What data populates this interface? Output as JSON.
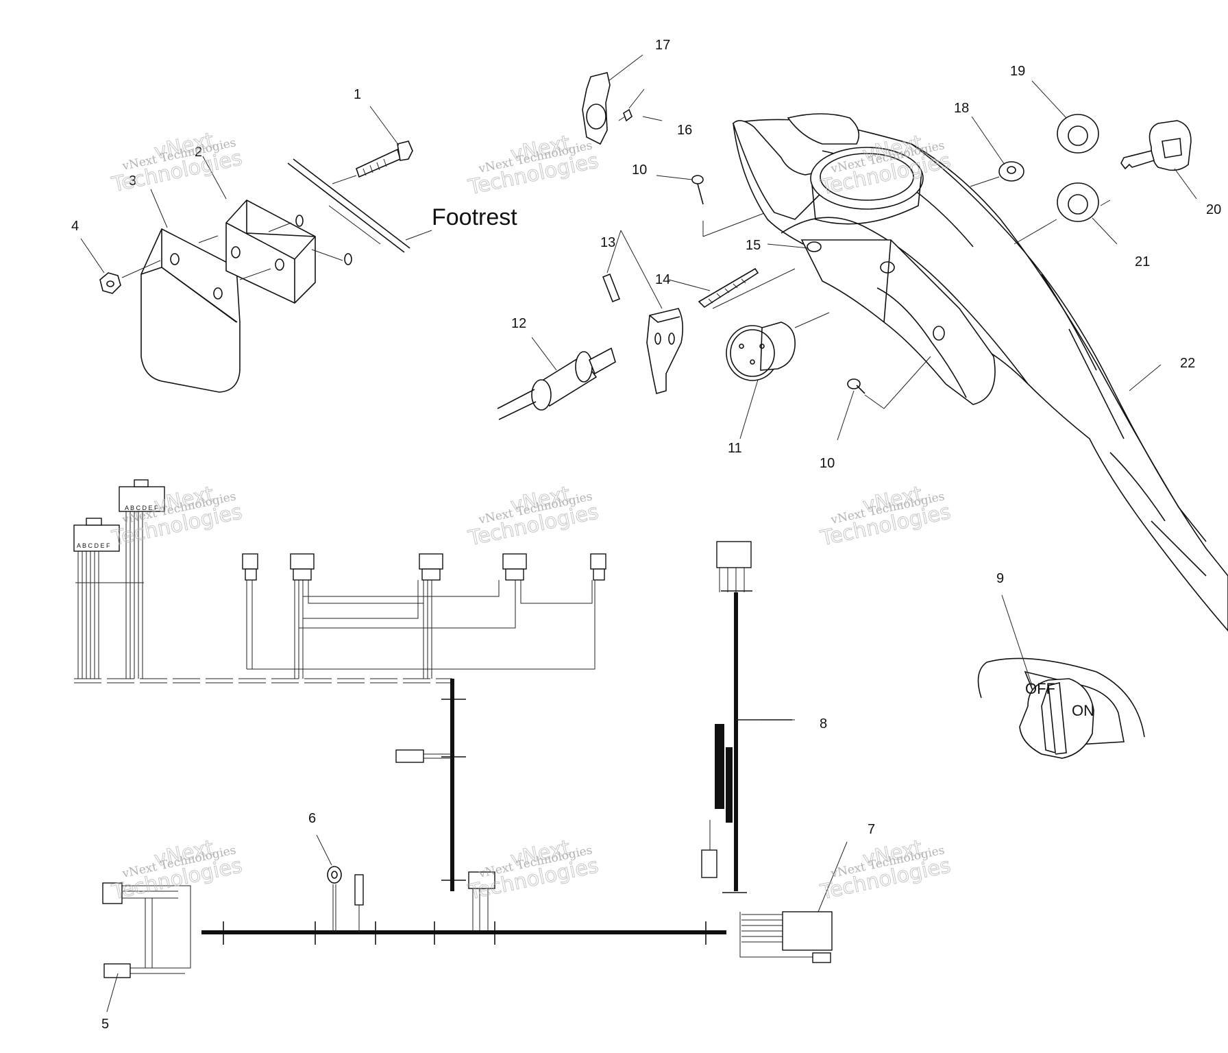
{
  "callouts": {
    "n1": "1",
    "n2": "2",
    "n3": "3",
    "n4": "4",
    "n5": "5",
    "n6": "6",
    "n7": "7",
    "n8": "8",
    "n9": "9",
    "n10a": "10",
    "n10b": "10",
    "n11": "11",
    "n12": "12",
    "n13": "13",
    "n14": "14",
    "n15": "15",
    "n16": "16",
    "n17": "17",
    "n18": "18",
    "n19": "19",
    "n20": "20",
    "n21": "21",
    "n22": "22"
  },
  "labels": {
    "footrest": "Footrest",
    "switch_off": "OFF",
    "switch_on": "ON"
  },
  "watermark": {
    "company": "vNext Technologies",
    "word1": "vNext",
    "word2": "Technologies"
  }
}
